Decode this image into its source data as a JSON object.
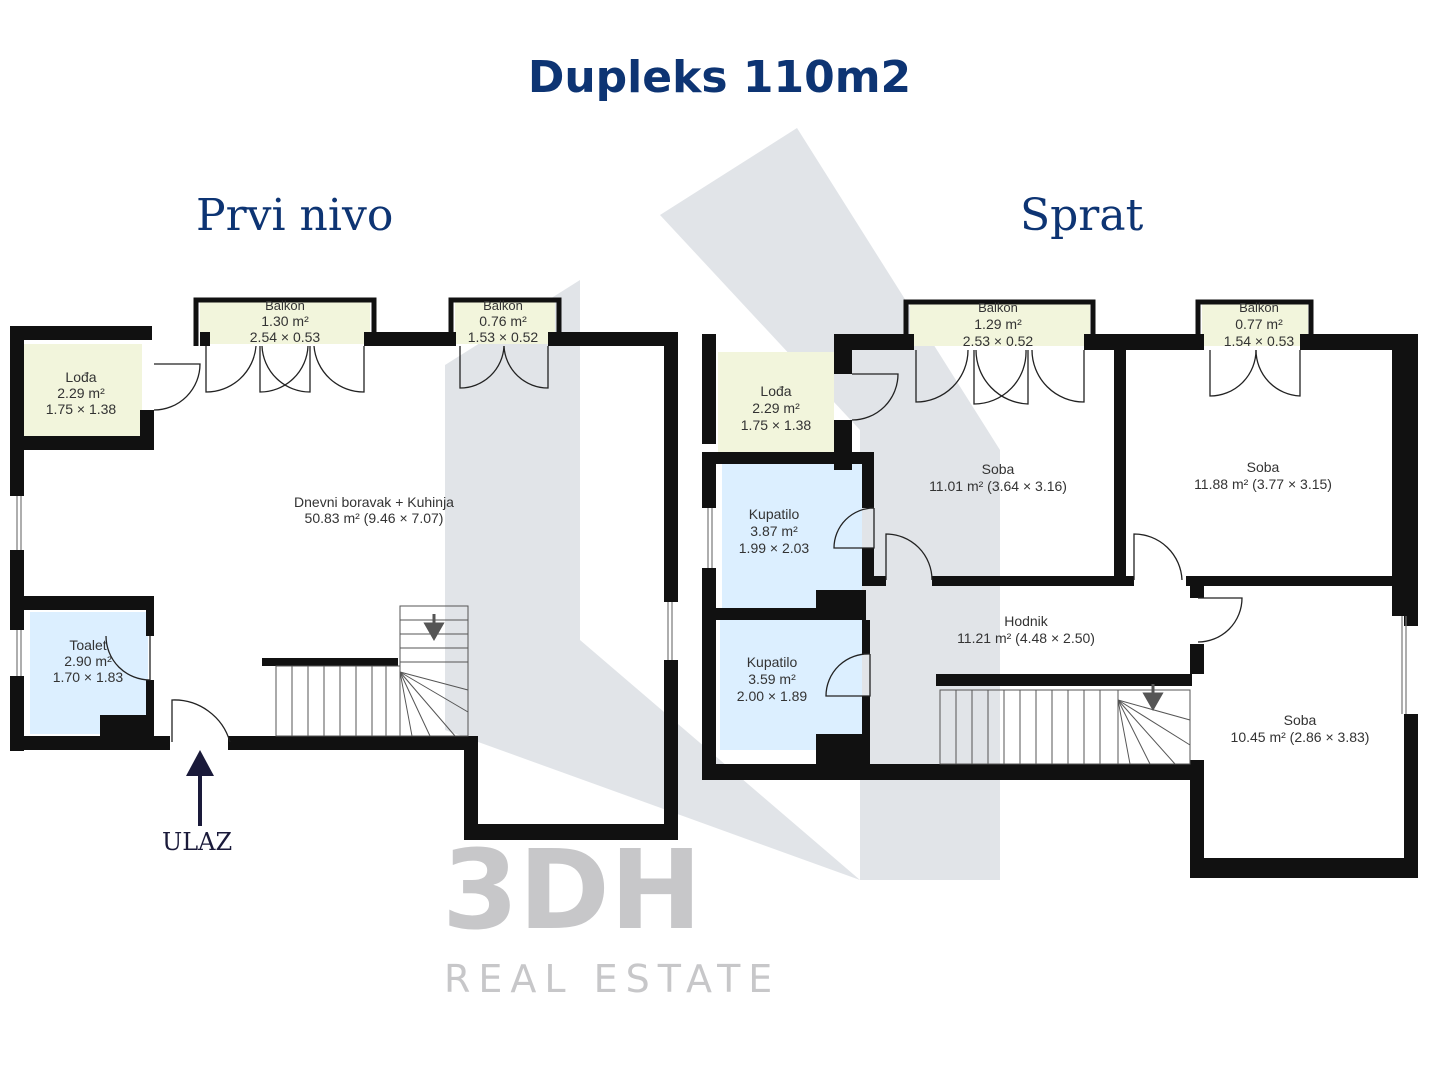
{
  "title": "Dupleks 110m2",
  "floors": {
    "first": "Prvi nivo",
    "upper": "Sprat"
  },
  "entrance_label": "ULAZ",
  "watermark": {
    "brand": "3DH",
    "subtitle": "REAL ESTATE"
  },
  "rooms_first": {
    "balkon1": {
      "name": "Balkon",
      "area": "1.30 m²",
      "dims": "2.54 × 0.53"
    },
    "balkon2": {
      "name": "Balkon",
      "area": "0.76 m²",
      "dims": "1.53 × 0.52"
    },
    "loda": {
      "name": "Lođa",
      "area": "2.29 m²",
      "dims": "1.75 × 1.38"
    },
    "living": {
      "name": "Dnevni boravak + Kuhinja",
      "area": "50.83 m² (9.46 × 7.07)"
    },
    "toalet": {
      "name": "Toalet",
      "area": "2.90 m²",
      "dims": "1.70 × 1.83"
    }
  },
  "rooms_upper": {
    "balkon1": {
      "name": "Balkon",
      "area": "1.29 m²",
      "dims": "2.53 × 0.52"
    },
    "balkon2": {
      "name": "Balkon",
      "area": "0.77 m²",
      "dims": "1.54 × 0.53"
    },
    "loda": {
      "name": "Lođa",
      "area": "2.29 m²",
      "dims": "1.75 × 1.38"
    },
    "soba1": {
      "name": "Soba",
      "area": "11.01 m² (3.64 × 3.16)"
    },
    "soba2": {
      "name": "Soba",
      "area": "11.88 m² (3.77 × 3.15)"
    },
    "kupatilo1": {
      "name": "Kupatilo",
      "area": "3.87 m²",
      "dims": "1.99 × 2.03"
    },
    "kupatilo2": {
      "name": "Kupatilo",
      "area": "3.59 m²",
      "dims": "2.00 × 1.89"
    },
    "hodnik": {
      "name": "Hodnik",
      "area": "11.21 m² (4.48 × 2.50)"
    },
    "soba3": {
      "name": "Soba",
      "area": "10.45 m² (2.86 × 3.83)"
    }
  },
  "colors": {
    "title": "#0d3473",
    "wall": "#111111",
    "balcony_fill": "#f2f5dc",
    "bathroom_fill": "#dcefff",
    "watermark": "#c7c7c9"
  }
}
